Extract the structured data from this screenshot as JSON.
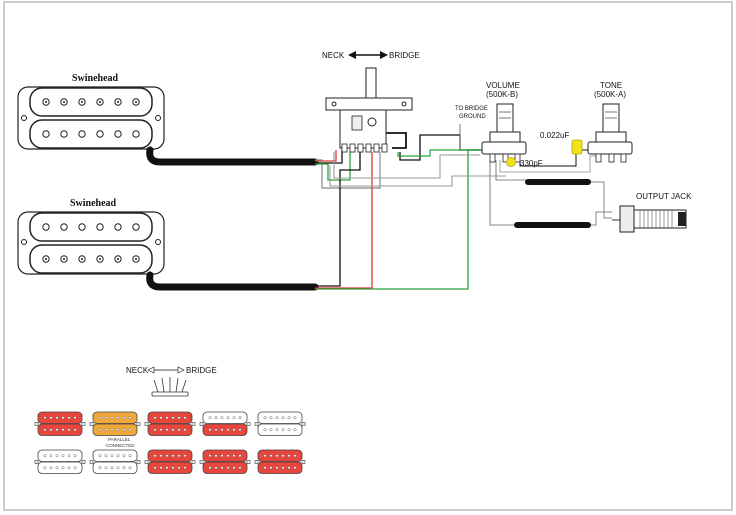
{
  "labels": {
    "neck": "NECK",
    "bridge": "BRIDGE",
    "neck_pickup_name": "Swinehead",
    "bridge_pickup_name": "Swinehead",
    "volume_title": "VOLUME",
    "volume_value": "(500K-B)",
    "tone_title": "TONE",
    "tone_value": "(500K-A)",
    "bridge_ground_1": "TO BRIDGE",
    "bridge_ground_2": "GROUND",
    "cap_tone": "0.022uF",
    "cap_volume": "330pF",
    "output_jack": "OUTPUT JACK",
    "legend_neck": "NECK",
    "legend_bridge": "BRIDGE",
    "parallel_1": "PARALLEL",
    "parallel_2": "CONNECTED"
  },
  "colors": {
    "red": "#e8453c",
    "orange": "#f0a83a",
    "white": "#ffffff",
    "wire_green": "#2aa13c",
    "wire_red": "#e03a2e",
    "cap_yellow": "#f2e21b"
  },
  "positions": [
    {
      "top": [
        "red",
        "red"
      ],
      "bottom": [
        "white",
        "white"
      ]
    },
    {
      "top": [
        "orange",
        "orange"
      ],
      "bottom": [
        "white",
        "white"
      ],
      "note": "parallel"
    },
    {
      "top": [
        "red",
        "red"
      ],
      "bottom": [
        "red",
        "red"
      ]
    },
    {
      "top": [
        "white",
        "red"
      ],
      "bottom": [
        "red",
        "red"
      ]
    },
    {
      "top": [
        "white",
        "white"
      ],
      "bottom": [
        "red",
        "red"
      ]
    }
  ]
}
